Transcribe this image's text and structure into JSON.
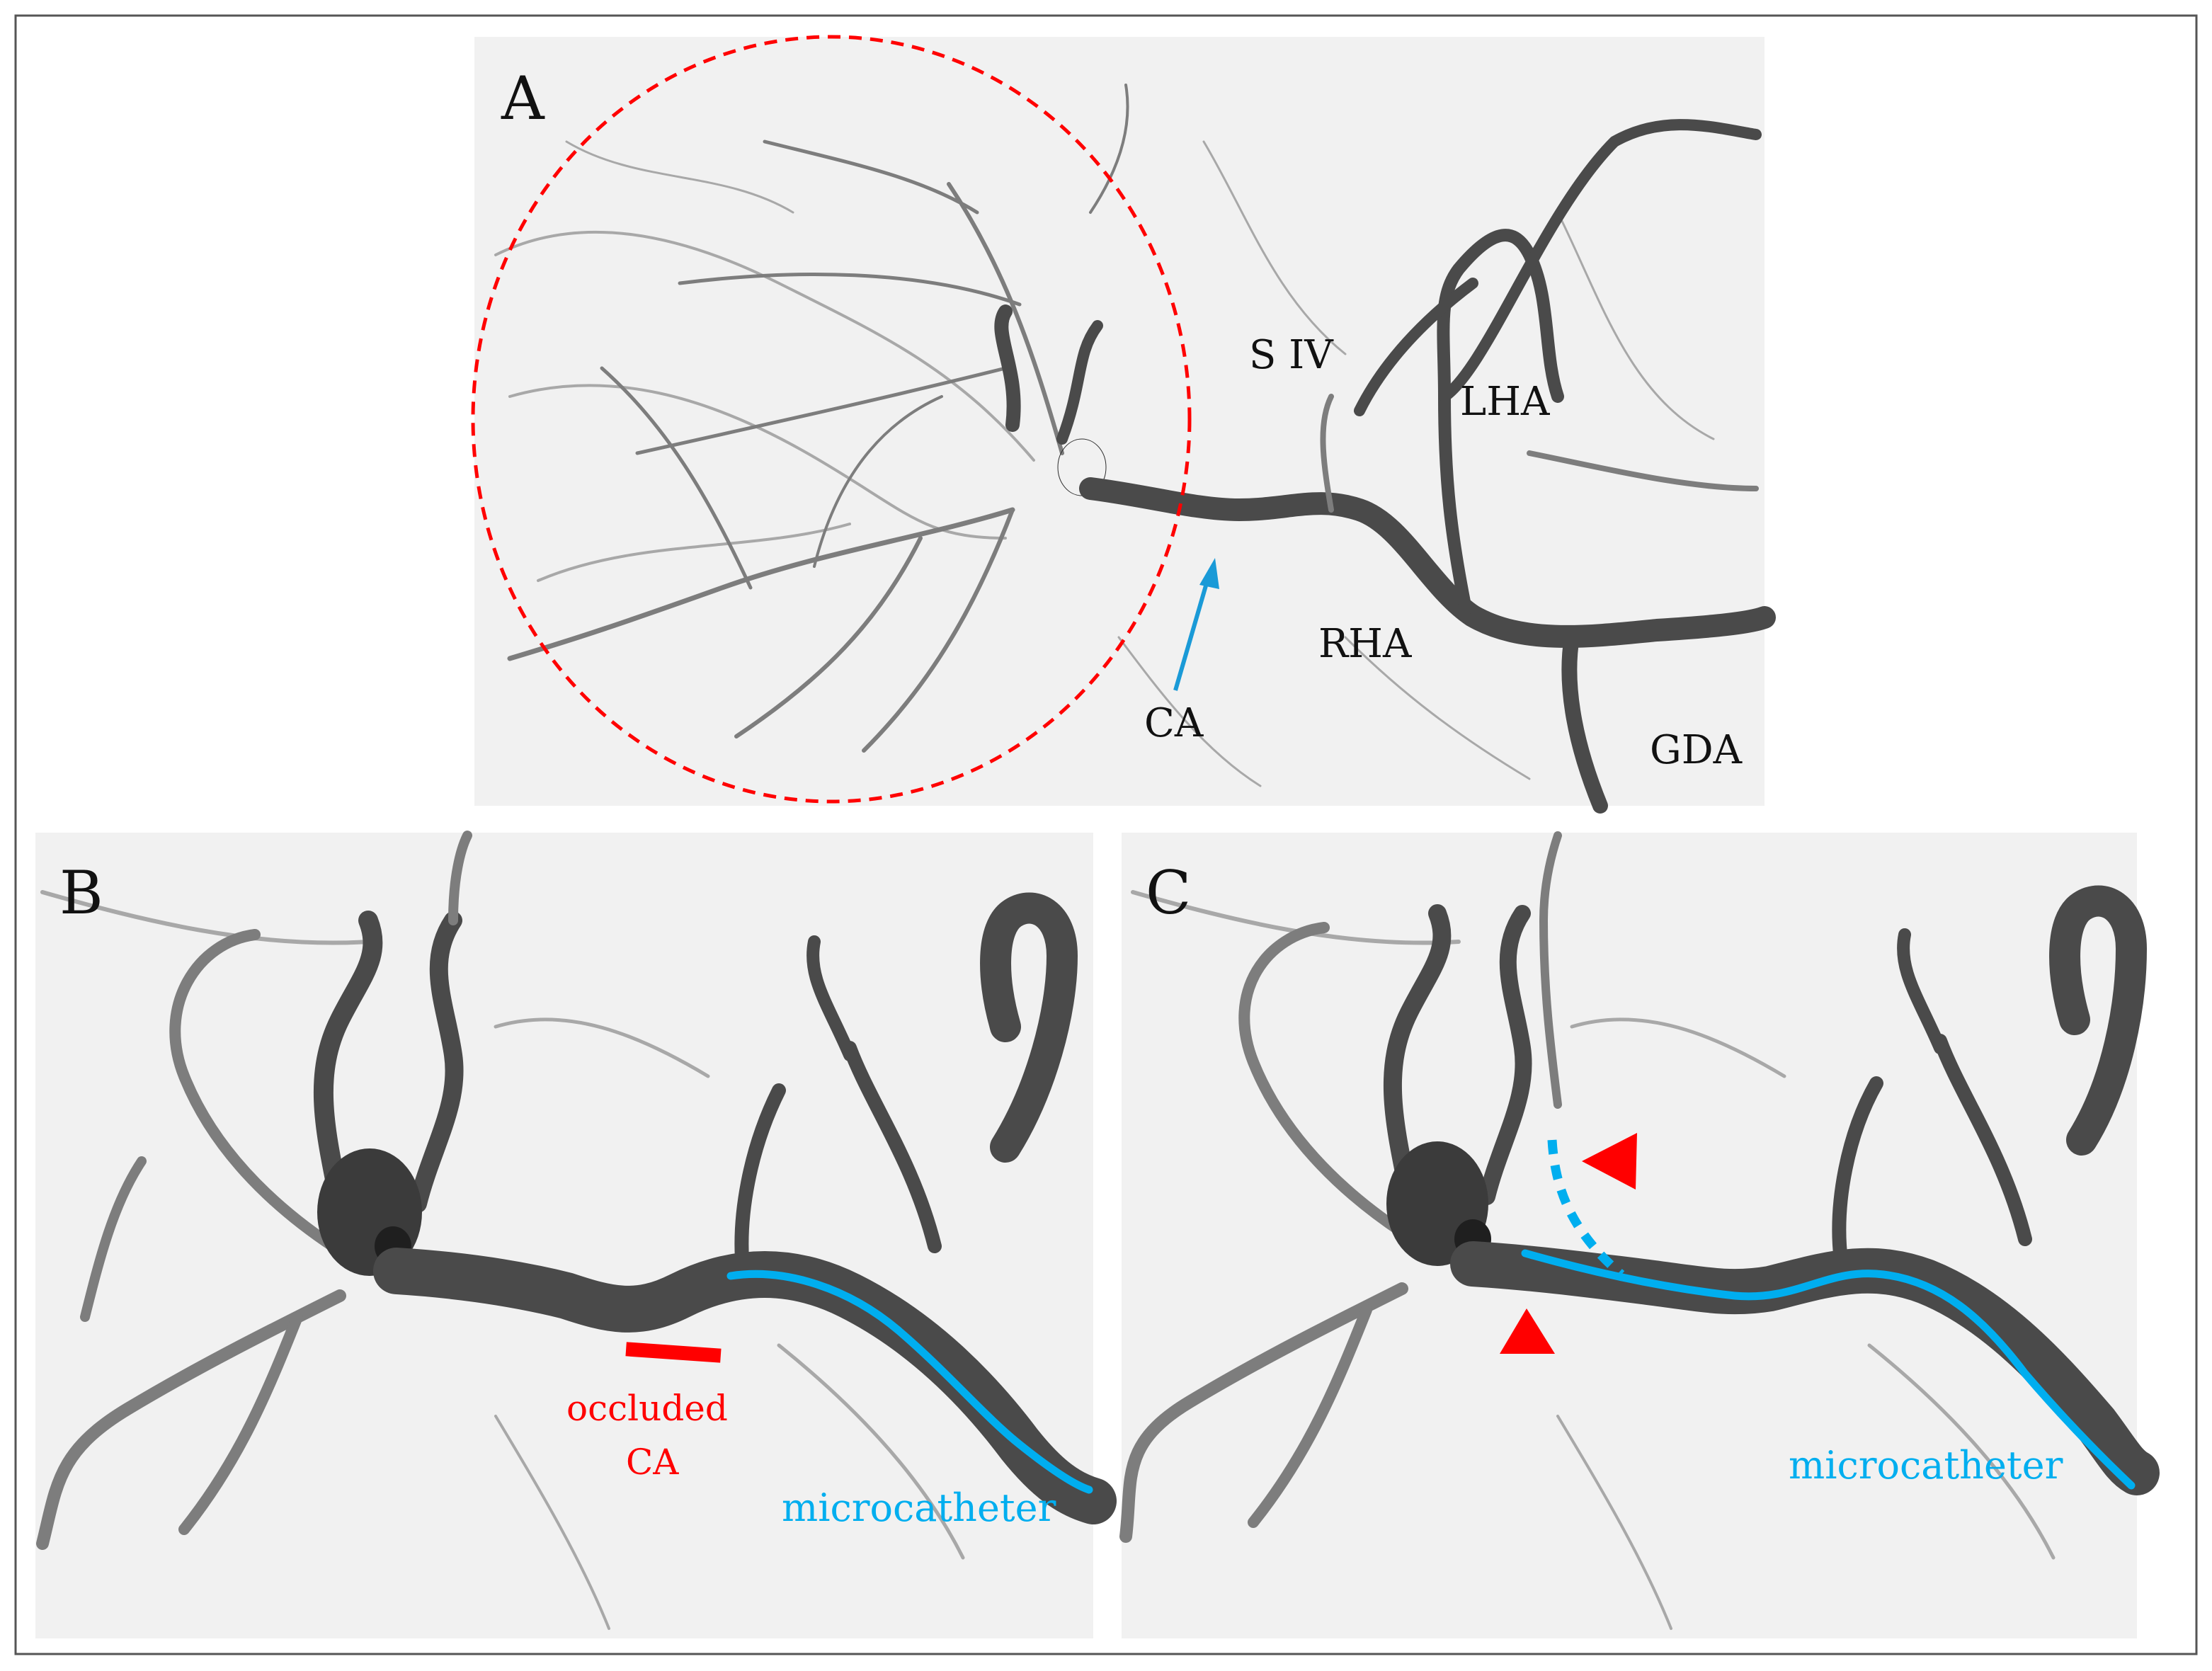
{
  "panels": {
    "a": {
      "letter": "A",
      "labels": {
        "s_iv": "S IV",
        "lha": "LHA",
        "rha": "RHA",
        "ca": "CA",
        "gda": "GDA"
      }
    },
    "b": {
      "letter": "B",
      "occluded_line1": "occluded",
      "occluded_line2": "CA",
      "microcatheter": "microcatheter"
    },
    "c": {
      "letter": "C",
      "microcatheter": "microcatheter"
    }
  },
  "colors": {
    "highlight_red": "#ff0000",
    "catheter_blue": "#00aeef",
    "vessel_gray": "#4a4a4a"
  }
}
